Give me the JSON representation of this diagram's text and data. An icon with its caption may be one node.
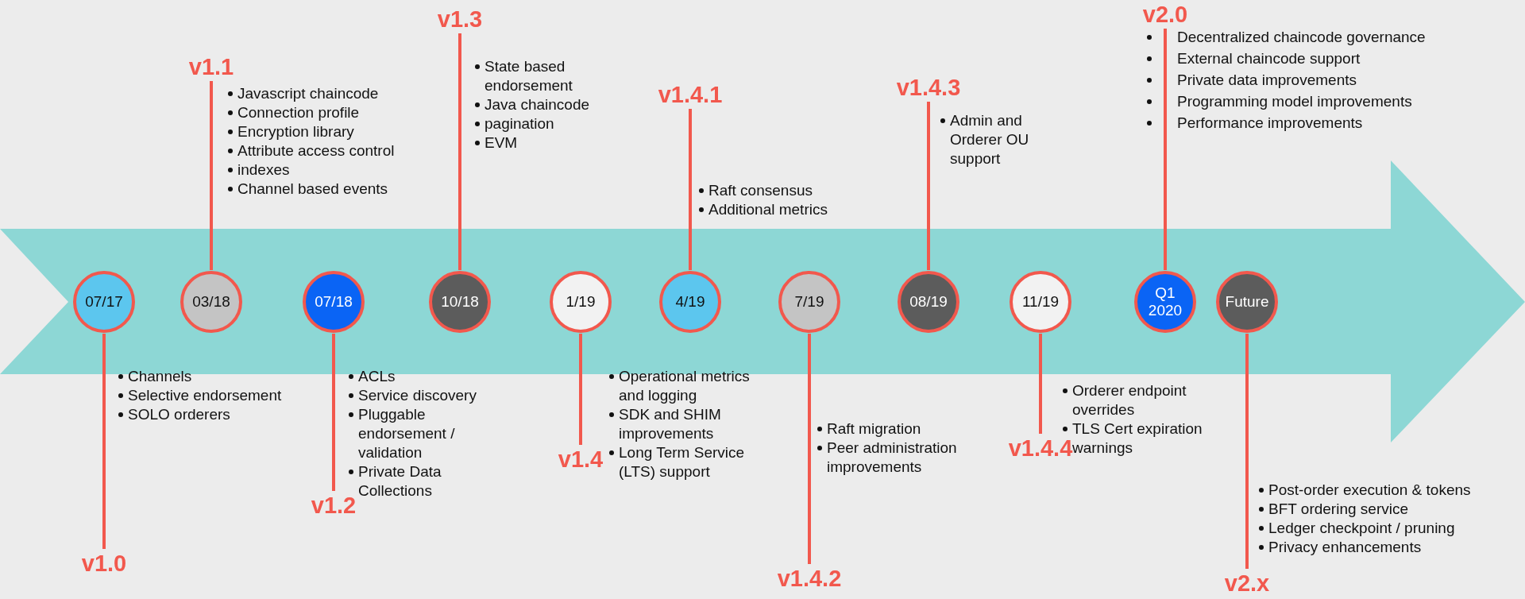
{
  "diagram": {
    "nodes": [
      {
        "text": [
          "07/17"
        ]
      },
      {
        "text": [
          "v1.0"
        ],
        "beside": [
          "Channels",
          "Selective endorsement",
          "SOLO orderers"
        ]
      },
      {
        "text": [
          "03/18"
        ]
      },
      {
        "text": [
          "v1.1"
        ],
        "beside": [
          "Javascript chaincode",
          "Connection profile",
          "Encryption library",
          "Attribute access control",
          "indexes",
          "Channel based events"
        ]
      },
      {
        "text": [
          "07/18"
        ]
      },
      {
        "text": [
          "v1.2"
        ],
        "beside": [
          "ACLs",
          "Service discovery",
          "Pluggable endorsement / validation",
          "Private Data Collections"
        ]
      },
      {
        "text": [
          "10/18"
        ]
      },
      {
        "text": [
          "v1.3"
        ],
        "beside": [
          "State based endorsement",
          "Java chaincode",
          "pagination",
          "EVM"
        ]
      },
      {
        "text": [
          "1/19"
        ]
      },
      {
        "text": [
          "v1.4"
        ],
        "beside": [
          "Operational metrics and logging",
          "SDK and SHIM improvements",
          "Long Term Service (LTS) support"
        ]
      },
      {
        "text": [
          "4/19"
        ]
      },
      {
        "text": [
          "v1.4.1"
        ],
        "beside": [
          "Raft consensus",
          "Additional metrics"
        ]
      },
      {
        "text": [
          "7/19"
        ]
      },
      {
        "text": [
          "v1.4.2"
        ],
        "beside": [
          "Raft migration",
          "Peer administration improvements"
        ]
      },
      {
        "text": [
          "08/19"
        ]
      },
      {
        "text": [
          "v1.4.3"
        ],
        "beside": [
          "Admin and Orderer OU support"
        ]
      },
      {
        "text": [
          "11/19"
        ]
      },
      {
        "text": [
          "v1.4.4"
        ],
        "beside": [
          "Orderer endpoint overrides",
          "TLS Cert expiration warnings"
        ]
      },
      {
        "text": [
          "Q1 2020"
        ]
      },
      {
        "text": [
          "v2.0"
        ],
        "beside": [
          "Decentralized chaincode governance",
          "External chaincode support",
          "Private data improvements",
          "Programming model improvements",
          "Performance improvements"
        ]
      },
      {
        "text": [
          "Future"
        ]
      },
      {
        "text": [
          "v2.x"
        ],
        "beside": [
          "Post-order execution & tokens",
          "BFT ordering service",
          "Ledger checkpoint / pruning",
          "Privacy enhancements"
        ]
      }
    ],
    "edges": [
      {
        "from": 0,
        "to": 1,
        "arrow": "none"
      },
      {
        "from": 2,
        "to": 3,
        "arrow": "none"
      },
      {
        "from": 4,
        "to": 5,
        "arrow": "none"
      },
      {
        "from": 6,
        "to": 7,
        "arrow": "none"
      },
      {
        "from": 8,
        "to": 9,
        "arrow": "none"
      },
      {
        "from": 10,
        "to": 11,
        "arrow": "none"
      },
      {
        "from": 12,
        "to": 13,
        "arrow": "none"
      },
      {
        "from": 14,
        "to": 15,
        "arrow": "none"
      },
      {
        "from": 16,
        "to": 17,
        "arrow": "none"
      },
      {
        "from": 18,
        "to": 19,
        "arrow": "none"
      },
      {
        "from": 20,
        "to": 21,
        "arrow": "none"
      }
    ]
  }
}
